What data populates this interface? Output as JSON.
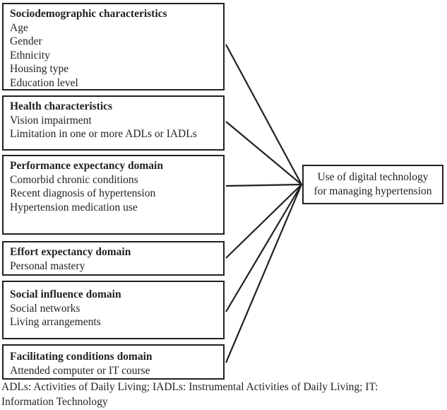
{
  "diagram": {
    "type": "conceptual-framework",
    "colors": {
      "stroke": "#231f20",
      "background": "#ffffff"
    },
    "determinant_boxes": [
      {
        "id": "sociodemographic",
        "title": "Sociodemographic characteristics",
        "items": [
          "Age",
          "Gender",
          "Ethnicity",
          "Housing type",
          "Education level"
        ]
      },
      {
        "id": "health",
        "title": "Health characteristics",
        "items": [
          "Vision impairment",
          "Limitation in one or more ADLs or IADLs"
        ]
      },
      {
        "id": "performance-expectancy",
        "title": "Performance expectancy domain",
        "items": [
          "Comorbid chronic conditions",
          "Recent diagnosis of hypertension",
          "Hypertension medication use"
        ]
      },
      {
        "id": "effort-expectancy",
        "title": "Effort expectancy domain",
        "items": [
          "Personal mastery"
        ]
      },
      {
        "id": "social-influence",
        "title": "Social influence domain",
        "items": [
          "Social networks",
          "Living arrangements"
        ]
      },
      {
        "id": "facilitating-conditions",
        "title": "Facilitating conditions domain",
        "items": [
          "Attended computer or IT course"
        ]
      }
    ],
    "outcome": {
      "id": "outcome",
      "line1": "Use of digital technology",
      "line2": "for managing hypertension"
    },
    "footnote": {
      "line1": "ADLs: Activities of Daily Living; IADLs: Instrumental Activities of Daily Living; IT:",
      "line2": "Information Technology"
    }
  }
}
